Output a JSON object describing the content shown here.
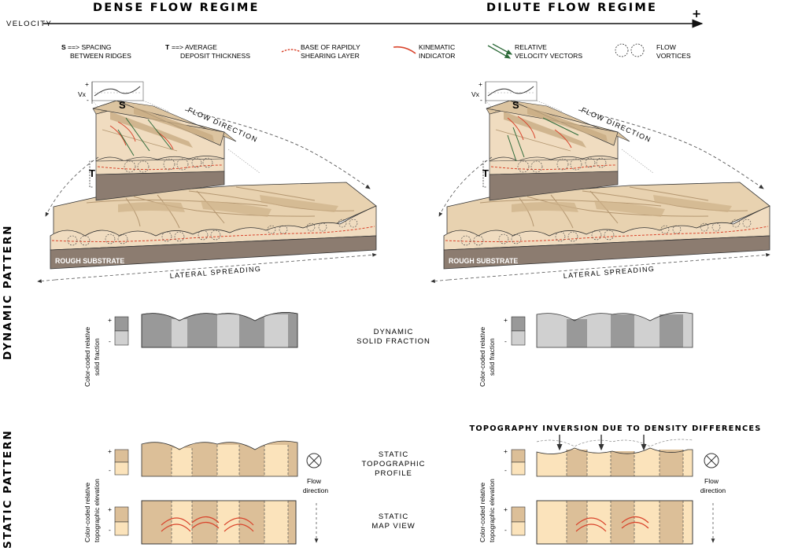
{
  "header": {
    "dense_title": "DENSE FLOW REGIME",
    "dilute_title": "DILUTE FLOW REGIME",
    "velocity_label": "VELOCITY",
    "velocity_plus": "+"
  },
  "legend": {
    "s_key": "S",
    "s_arrow": "==> SPACING",
    "s_text2": "BETWEEN RIDGES",
    "t_key": "T",
    "t_arrow": "==> AVERAGE",
    "t_text2": "DEPOSIT THICKNESS",
    "base_line1": "BASE OF RAPIDLY",
    "base_line2": "SHEARING LAYER",
    "kin_line1": "KINEMATIC",
    "kin_line2": "INDICATOR",
    "vec_line1": "RELATIVE",
    "vec_line2": "VELOCITY VECTORS",
    "vort_line1": "FLOW",
    "vort_line2": "VORTICES",
    "colors": {
      "base_layer": "#d9432b",
      "kinematic": "#d9432b",
      "vectors": "#2e6b3a"
    }
  },
  "side_labels": {
    "dynamic": "DYNAMIC PATTERN",
    "static": "STATIC PATTERN"
  },
  "block": {
    "vx_label": "Vx",
    "vx_plus": "+",
    "vx_minus": "-",
    "s_label": "S",
    "t_label": "T",
    "flow_direction": "FLOW DIRECTION",
    "lateral_spreading": "LATERAL SPREADING",
    "rough_substrate": "ROUGH SUBSTRATE",
    "colors": {
      "top": "#dcc4a0",
      "face": "#f0dcc0",
      "substrate": "#8c7c70",
      "ridge": "#c8ab82"
    }
  },
  "dynamic": {
    "axis_line1": "Color-coded relative",
    "axis_line2": "solid fraction",
    "plus": "+",
    "minus": "-",
    "caption1": "DYNAMIC",
    "caption2": "SOLID FRACTION",
    "colors": {
      "high": "#999999",
      "low": "#d0d0d0"
    }
  },
  "static": {
    "axis_line1": "Color-coded relative",
    "axis_line2": "topographic elevation",
    "plus": "+",
    "minus": "-",
    "profile_caption1": "STATIC",
    "profile_caption2": "TOPOGRAPHIC",
    "profile_caption3": "PROFILE",
    "map_caption1": "STATIC",
    "map_caption2": "MAP VIEW",
    "flow_line1": "Flow",
    "flow_line2": "direction",
    "inversion": "TOPOGRAPHY INVERSION DUE TO DENSITY DIFFERENCES",
    "colors": {
      "high": "#dcbf98",
      "low": "#fbe3bb"
    }
  }
}
